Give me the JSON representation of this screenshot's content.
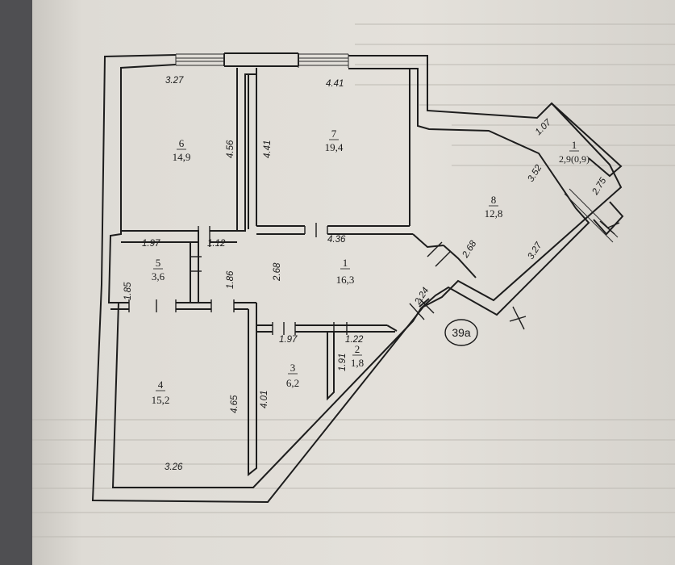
{
  "plan": {
    "apartment_label": "39a",
    "rooms": [
      {
        "number": "1",
        "area": "16,3"
      },
      {
        "number": "2",
        "area": "1,8"
      },
      {
        "number": "3",
        "area": "6,2"
      },
      {
        "number": "4",
        "area": "15,2"
      },
      {
        "number": "5",
        "area": "3,6"
      },
      {
        "number": "6",
        "area": "14,9"
      },
      {
        "number": "7",
        "area": "19,4"
      },
      {
        "number": "8",
        "area": "12,8"
      },
      {
        "number": "1",
        "area": "2,9(0,9)"
      }
    ],
    "dimensions": [
      "3.27",
      "4.41",
      "4.56",
      "4.41",
      "1.07",
      "3.52",
      "2.75",
      "3.27",
      "1.97",
      "1.12",
      "4.36",
      "2.68",
      "1.85",
      "1.86",
      "2.68",
      "2.24",
      "1.97",
      "1.22",
      "1.91",
      "4.65",
      "4.01",
      "3.26"
    ]
  }
}
